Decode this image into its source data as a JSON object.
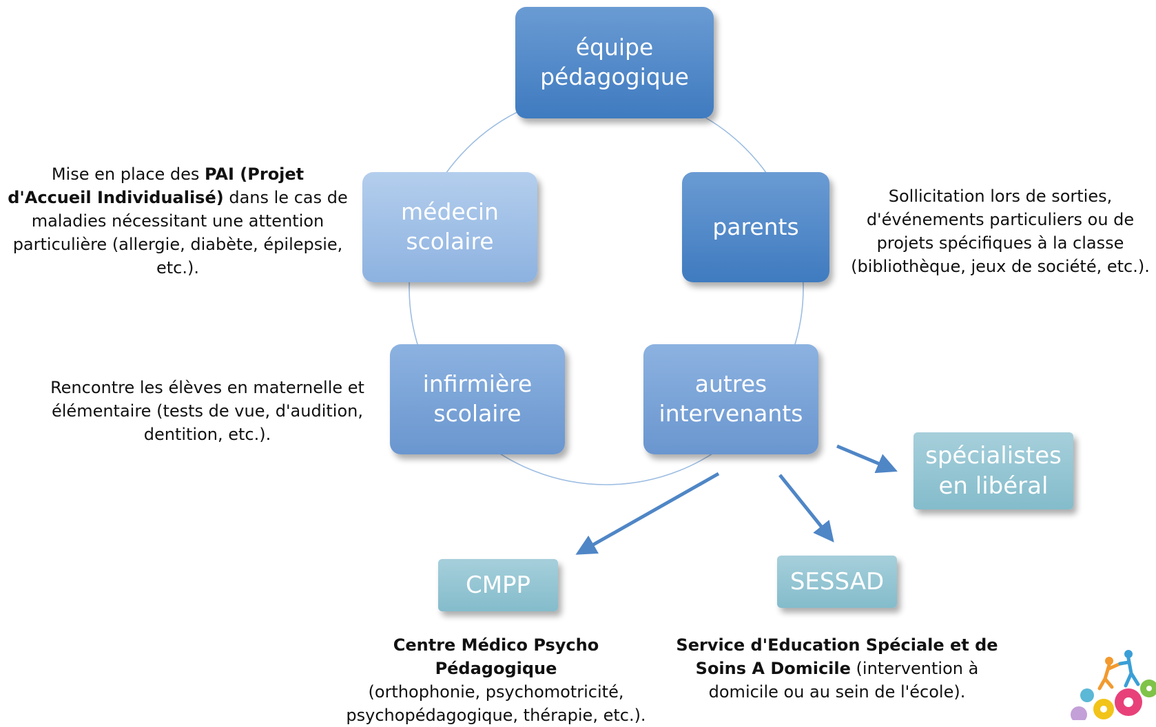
{
  "nodes": {
    "equipe": "équipe\npédagogique",
    "medecin": "médecin\nscolaire",
    "parents": "parents",
    "infirmiere": "infirmière\nscolaire",
    "autres": "autres\nintervenants",
    "specialistes": "spécialistes\nen libéral",
    "cmpp": "CMPP",
    "sessad": "SESSAD"
  },
  "notes": {
    "medecin": {
      "line1_prefix": "Mise en place des ",
      "line1_bold": "PAI (Projet",
      "line2_bold": "d'Accueil Individualisé)",
      "rest": " dans le cas de maladies nécessitant une attention particulière (allergie, diabète, épilepsie, etc.)."
    },
    "parents": "Sollicitation lors de sorties, d'événements particuliers ou de projets spécifiques à la classe (bibliothèque, jeux de société, etc.).",
    "infirmiere": "Rencontre les élèves en maternelle et élémentaire (tests de vue, d'audition, dentition, etc.).",
    "cmpp": {
      "bold": "Centre Médico Psycho Pédagogique",
      "rest": "(orthophonie, psychomotricité, psychopédagogique, thérapie, etc.)."
    },
    "sessad": {
      "bold1": "Service d'Education Spéciale et de",
      "bold2": "Soins A Domicile",
      "rest": " (intervention à domicile ou au sein de l'école)."
    }
  },
  "colors": {
    "dark": "#3f7bc0",
    "mid": "#6a96cf",
    "light": "#8db2e0",
    "teal": "#84bccb",
    "arrow": "#4f86c6",
    "cycle": "#9dbde2"
  },
  "logo_icon": "climbing-people-gears-logo"
}
